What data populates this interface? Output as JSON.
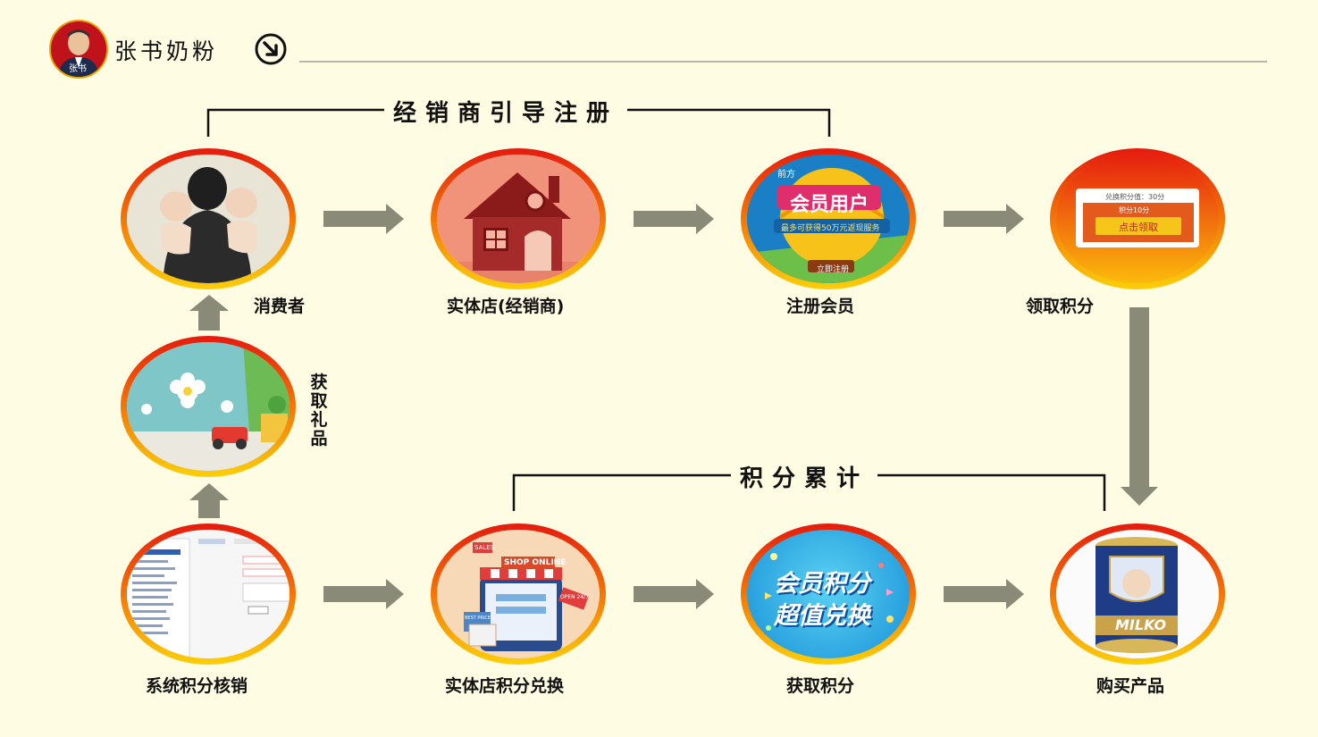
{
  "header": {
    "brand": "张书奶粉",
    "logo_text": "张书"
  },
  "brackets": {
    "top": "经销商引导注册",
    "bottom": "积分累计"
  },
  "nodes": {
    "consumer": {
      "label": "消费者"
    },
    "store": {
      "label": "实体店(经销商)"
    },
    "register": {
      "label": "注册会员",
      "img_title": "会员用户",
      "img_sub": "最多可获得50万元返现服务",
      "img_btn": "立即注册",
      "img_tag": "前方"
    },
    "points_claim": {
      "label": "领取积分",
      "img_line1": "兑换积分值：30分",
      "img_line2": "积分10分",
      "img_btn": "点击领取"
    },
    "gift": {
      "label": "获取礼品"
    },
    "system": {
      "label": "系统积分核销"
    },
    "store_exchange": {
      "label": "实体店积分兑换",
      "img_sign": "SHOP ONLINE",
      "img_sale": "SALES",
      "img_open": "OPEN 24/7",
      "img_best": "BEST PRICES"
    },
    "get_points": {
      "label": "获取积分",
      "img_line1": "会员积分",
      "img_line2": "超值兑换"
    },
    "buy": {
      "label": "购买产品",
      "img_brand": "MILKO"
    }
  },
  "colors": {
    "arrow": "#8a8a78",
    "ring_top": "#e41b0e",
    "ring_bottom": "#fbcf09",
    "background": "#fefce3"
  }
}
